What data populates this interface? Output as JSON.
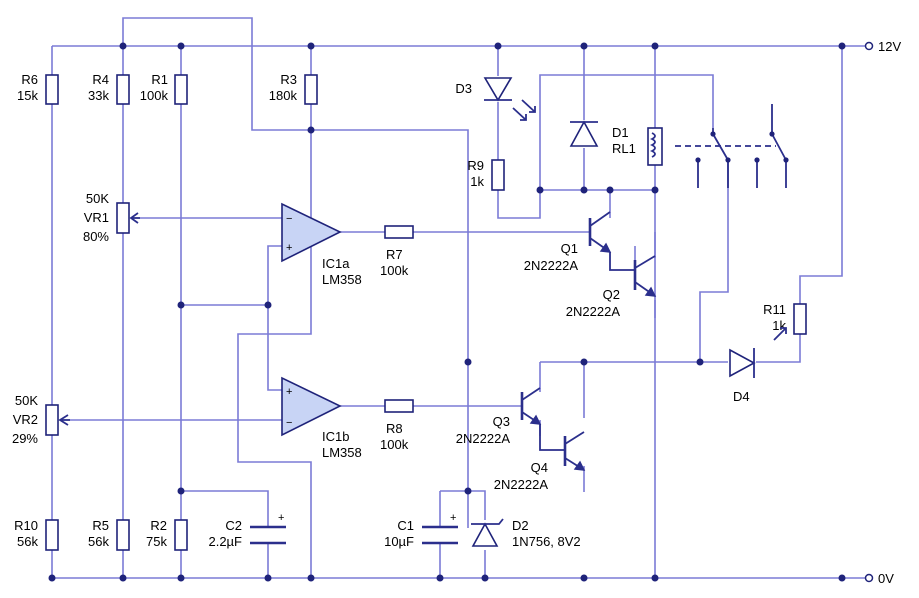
{
  "rails": {
    "supply": "12V",
    "ground": "0V"
  },
  "components": {
    "R6": {
      "ref": "R6",
      "value": "15k"
    },
    "R4": {
      "ref": "R4",
      "value": "33k"
    },
    "R1": {
      "ref": "R1",
      "value": "100k"
    },
    "R3": {
      "ref": "R3",
      "value": "180k"
    },
    "VR1": {
      "ref": "VR1",
      "value": "50K",
      "setting": "80%"
    },
    "VR2": {
      "ref": "VR2",
      "value": "50K",
      "setting": "29%"
    },
    "R10": {
      "ref": "R10",
      "value": "56k"
    },
    "R5": {
      "ref": "R5",
      "value": "56k"
    },
    "R2": {
      "ref": "R2",
      "value": "75k"
    },
    "C2": {
      "ref": "C2",
      "value": "2.2µF"
    },
    "IC1a": {
      "ref": "IC1a",
      "part": "LM358"
    },
    "IC1b": {
      "ref": "IC1b",
      "part": "LM358"
    },
    "R7": {
      "ref": "R7",
      "value": "100k"
    },
    "R8": {
      "ref": "R8",
      "value": "100k"
    },
    "D3": {
      "ref": "D3"
    },
    "R9": {
      "ref": "R9",
      "value": "1k"
    },
    "D1": {
      "ref": "D1"
    },
    "RL1": {
      "ref": "RL1"
    },
    "Q1": {
      "ref": "Q1",
      "part": "2N2222A"
    },
    "Q2": {
      "ref": "Q2",
      "part": "2N2222A"
    },
    "Q3": {
      "ref": "Q3",
      "part": "2N2222A"
    },
    "Q4": {
      "ref": "Q4",
      "part": "2N2222A"
    },
    "C1": {
      "ref": "C1",
      "value": "10µF"
    },
    "D2": {
      "ref": "D2",
      "part": "1N756, 8V2"
    },
    "R11": {
      "ref": "R11",
      "value": "1k"
    },
    "D4": {
      "ref": "D4"
    }
  },
  "opamp_pins": {
    "minus": "−",
    "plus": "+"
  },
  "capacitor_polarity": "+"
}
